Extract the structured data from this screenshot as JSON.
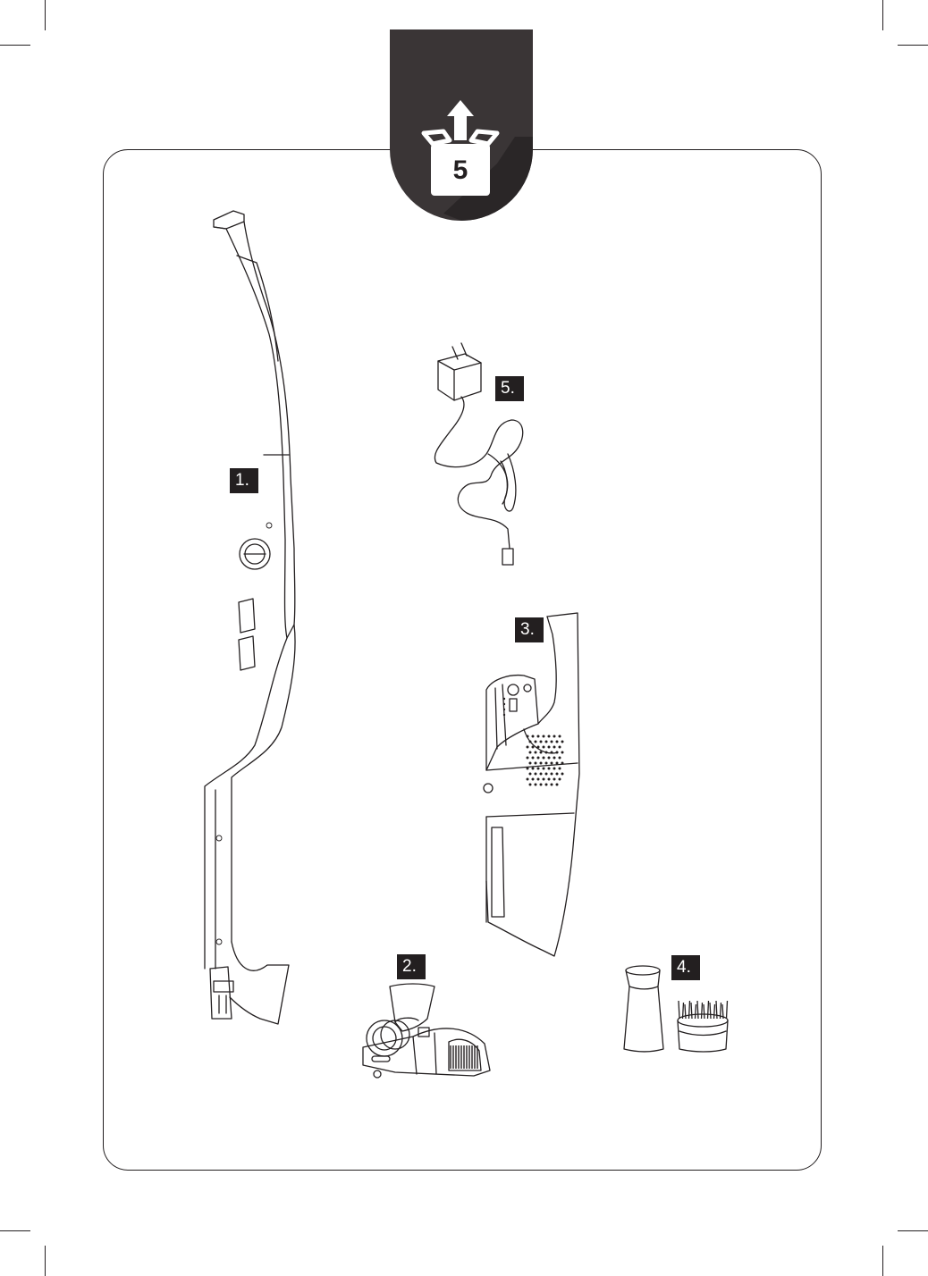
{
  "badge": {
    "box_count": "5",
    "icon": "unbox-arrow-icon"
  },
  "parts": [
    {
      "label": "1.",
      "icon": "stick-handle-icon"
    },
    {
      "label": "2.",
      "icon": "floor-nozzle-icon"
    },
    {
      "label": "3.",
      "icon": "handheld-unit-icon"
    },
    {
      "label": "4.",
      "icon": "accessory-tools-icon"
    },
    {
      "label": "5.",
      "icon": "charger-adapter-icon"
    }
  ],
  "colors": {
    "ink": "#231f20",
    "badge_dark": "#3a3536",
    "paper": "#ffffff"
  }
}
